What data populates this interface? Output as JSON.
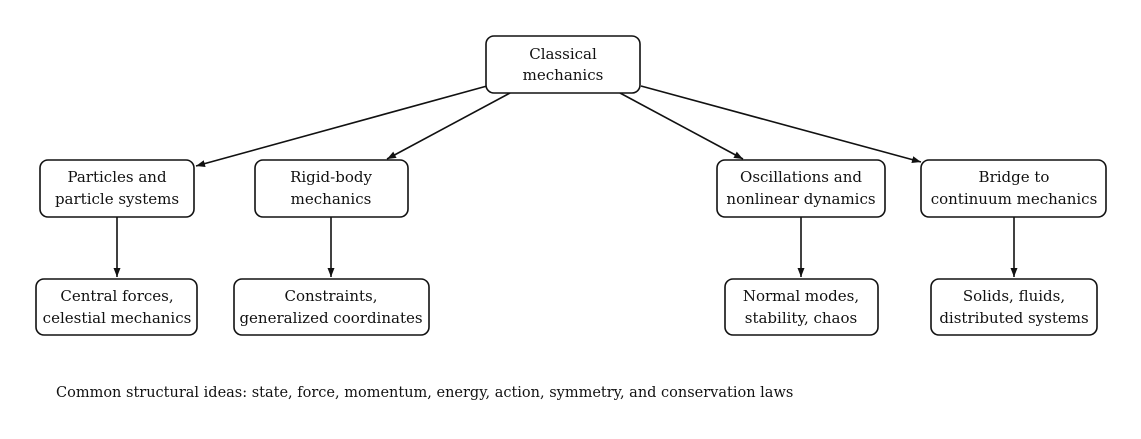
{
  "diagram": {
    "nodes": {
      "root": {
        "line1": "Classical",
        "line2": "mechanics"
      },
      "particles": {
        "line1": "Particles and",
        "line2": "particle systems"
      },
      "rigid": {
        "line1": "Rigid-body",
        "line2": "mechanics"
      },
      "oscillations": {
        "line1": "Oscillations and",
        "line2": "nonlinear dynamics"
      },
      "continuum": {
        "line1": "Bridge to",
        "line2": "continuum mechanics"
      },
      "central": {
        "line1": "Central forces,",
        "line2": "celestial mechanics"
      },
      "constraints": {
        "line1": "Constraints,",
        "line2": "generalized coordinates"
      },
      "normal": {
        "line1": "Normal modes,",
        "line2": "stability, chaos"
      },
      "solids": {
        "line1": "Solids, fluids,",
        "line2": "distributed systems"
      }
    },
    "edges": [
      {
        "from": "root",
        "to": "particles"
      },
      {
        "from": "root",
        "to": "rigid"
      },
      {
        "from": "root",
        "to": "oscillations"
      },
      {
        "from": "root",
        "to": "continuum"
      },
      {
        "from": "particles",
        "to": "central"
      },
      {
        "from": "rigid",
        "to": "constraints"
      },
      {
        "from": "oscillations",
        "to": "normal"
      },
      {
        "from": "continuum",
        "to": "solids"
      }
    ],
    "footer": "Common structural ideas: state, force, momentum, energy, action, symmetry, and conservation laws"
  }
}
